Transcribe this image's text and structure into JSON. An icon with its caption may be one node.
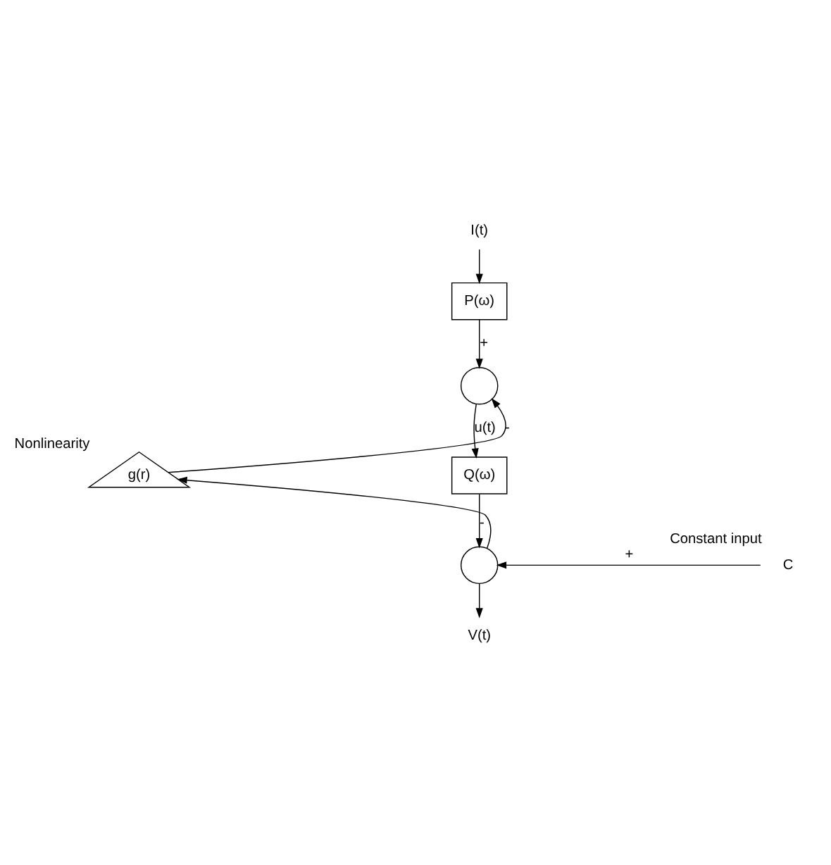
{
  "diagram": {
    "nodes": [
      {
        "text": [
          "I(t)"
        ]
      },
      {
        "text": [
          "P(ω)"
        ]
      },
      {
        "text": [],
        "shape": "circle"
      },
      {
        "text": [
          "Q(ω)"
        ]
      },
      {
        "text": [],
        "shape": "circle"
      },
      {
        "text": [
          "C"
        ],
        "beside": [
          "Constant input"
        ]
      },
      {
        "text": [
          "V(t)"
        ]
      },
      {
        "text": [
          "g(r)"
        ],
        "beside": [
          "Nonlinearity"
        ]
      }
    ],
    "edges": [
      {
        "from": 0,
        "to": 1,
        "arrow": "to"
      },
      {
        "from": 1,
        "to": 2,
        "arrow": "to",
        "label": "+"
      },
      {
        "from": 2,
        "to": 3,
        "arrow": "to",
        "label": "u(t)"
      },
      {
        "from": 3,
        "to": 4,
        "arrow": "to",
        "label": "-"
      },
      {
        "from": 5,
        "to": 4,
        "arrow": "to",
        "label": "+"
      },
      {
        "from": 4,
        "to": 6,
        "arrow": "to"
      },
      {
        "from": 4,
        "to": 7,
        "arrow": "to"
      },
      {
        "from": 7,
        "to": 2,
        "arrow": "to",
        "label": "-"
      }
    ]
  }
}
